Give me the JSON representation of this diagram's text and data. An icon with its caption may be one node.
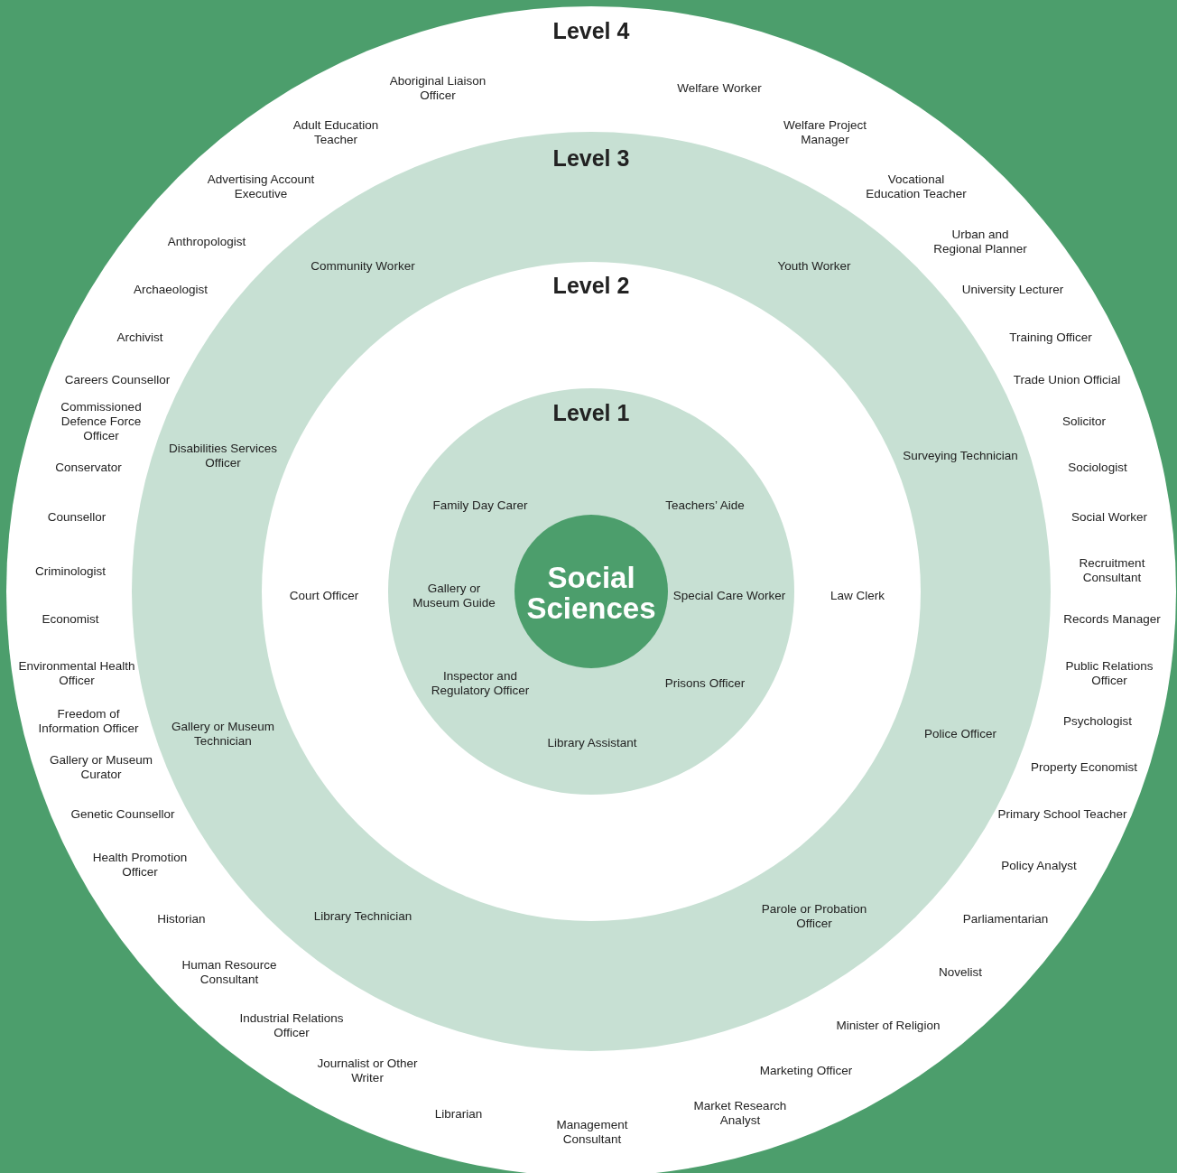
{
  "diagram": {
    "nodes": [
      {
        "text": [
          "Level 4"
        ]
      },
      {
        "text": [
          "Level 3"
        ],
        "in": 0
      },
      {
        "text": [
          "Level 2"
        ],
        "in": 1
      },
      {
        "text": [
          "Level 1"
        ],
        "in": 2
      },
      {
        "text": [
          "Social Sciences"
        ],
        "in": 3
      }
    ],
    "labels": [
      "Aboriginal Liaison Officer",
      "Adult Education Teacher",
      "Advertising Account Executive",
      "Anthropologist",
      "Archaeologist",
      "Archivist",
      "Careers Counsellor",
      "Commissioned Defence Force Officer",
      "Conservator",
      "Counsellor",
      "Criminologist",
      "Economist",
      "Environmental Health Officer",
      "Freedom of Information Officer",
      "Gallery or Museum Curator",
      "Genetic Counsellor",
      "Health Promotion Officer",
      "Historian",
      "Human Resource Consultant",
      "Industrial Relations Officer",
      "Journalist or Other Writer",
      "Librarian",
      "Management Consultant",
      "Market Research Analyst",
      "Marketing Officer",
      "Minister of Religion",
      "Novelist",
      "Parliamentarian",
      "Policy Analyst",
      "Primary School Teacher",
      "Property Economist",
      "Psychologist",
      "Public Relations Officer",
      "Records Manager",
      "Recruitment Consultant",
      "Social Worker",
      "Sociologist",
      "Solicitor",
      "Trade Union Official",
      "Training Officer",
      "University Lecturer",
      "Urban and Regional Planner",
      "Vocational Education Teacher",
      "Welfare Project Manager",
      "Welfare Worker",
      "Community Worker",
      "Disabilities Services Officer",
      "Gallery or Museum Technician",
      "Library Technician",
      "Parole or Probation Officer",
      "Police Officer",
      "Surveying Technician",
      "Youth Worker",
      "Court Officer",
      "Law Clerk",
      "Family Day Carer",
      "Gallery or Museum Guide",
      "Inspector and Regulatory Officer",
      "Library Assistant",
      "Prisons Officer",
      "Special Care Worker",
      "Teachers’ Aide"
    ]
  }
}
